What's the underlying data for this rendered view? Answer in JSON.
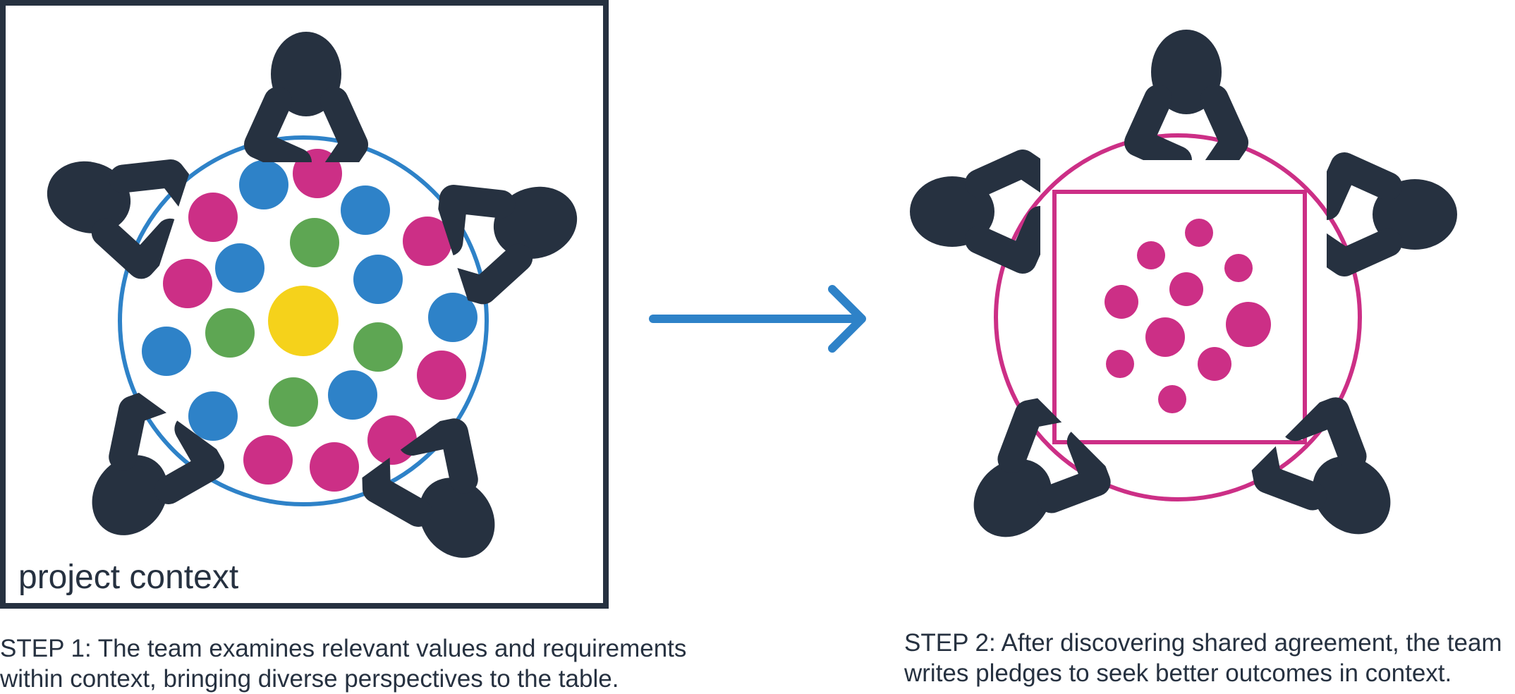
{
  "step1": {
    "context_label": "project context",
    "caption_line1": "STEP 1: The team examines relevant values and requirements",
    "caption_line2": "within context, bringing diverse perspectives to the table.",
    "icons": [
      "frame-icon",
      "round-table-icon",
      "person-icon",
      "colored-dot-icon"
    ]
  },
  "step2": {
    "caption_line1": "STEP 2: After discovering shared agreement, the team",
    "caption_line2": "writes pledges to seek better outcomes in context.",
    "icons": [
      "round-table-icon",
      "square-pledge-icon",
      "person-icon",
      "pink-dot-icon"
    ]
  },
  "arrow_icon": "arrow-right-icon",
  "colors": {
    "ink": "#263140",
    "blue": "#2e82c8",
    "magenta": "#cc2f86",
    "green": "#5ea653",
    "yellow": "#f5d21b"
  }
}
